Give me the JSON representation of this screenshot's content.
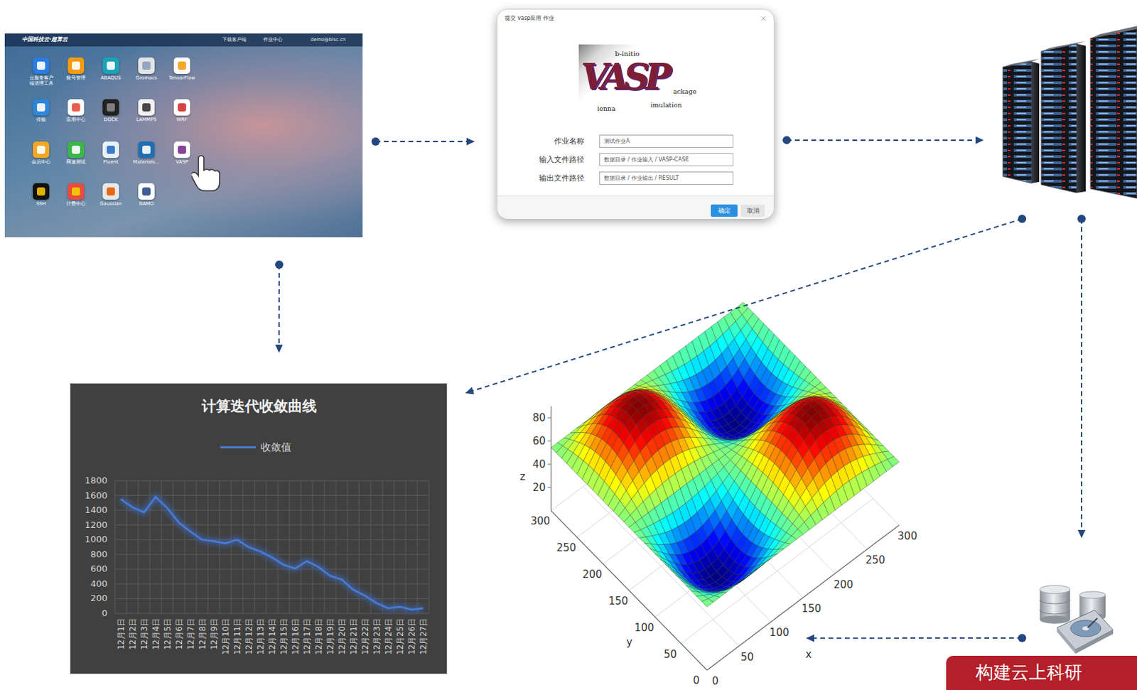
{
  "diagram": {
    "nodes": [
      {
        "text": [
          "中国科技云·超算云",
          "下载客户端",
          "作业中心",
          "demo@blsc.cn",
          "云服务客户端清理工具",
          "账号管理",
          "ABAQUS",
          "Gromacs",
          "TensorFlow",
          "传输",
          "应用中心",
          "DOCK",
          "LAMMPS",
          "WRF",
          "会员中心",
          "网速测试",
          "Fluent",
          "Materials...",
          "VASP",
          "SSH",
          "计费中心",
          "Gaussian",
          "NAMD"
        ]
      },
      {
        "text": [
          "提交 vasp应用 作业",
          "b-initio",
          "VASP",
          "ackage",
          "ienna",
          "imulation",
          "作业名称",
          "测试作业A",
          "输入文件路径",
          "数据目录 / 作业输入 / VASP-CASE",
          "输出文件路径",
          "数据目录 / 作业输出 / RESULT",
          "确定",
          "取消"
        ]
      },
      {
        "text": []
      },
      {
        "text": [
          "计算迭代收敛曲线"
        ]
      },
      {
        "text": []
      },
      {
        "text": []
      },
      {
        "text": [
          "构建云上科研"
        ]
      }
    ],
    "edges": [
      {
        "from": 0,
        "to": 1,
        "arrow": "to"
      },
      {
        "from": 1,
        "to": 2,
        "arrow": "to"
      },
      {
        "from": 0,
        "to": 3,
        "arrow": "to"
      },
      {
        "from": 2,
        "to": 3,
        "arrow": "to"
      },
      {
        "from": 2,
        "to": 5,
        "arrow": "to"
      },
      {
        "from": 5,
        "to": 4,
        "arrow": "to"
      }
    ],
    "labels": [
      "1800",
      "1600",
      "1400",
      "1200",
      "1000",
      "800",
      "600",
      "400",
      "200",
      "0",
      "12月1日",
      "12月2日",
      "12月3日",
      "12月4日",
      "12月5日",
      "12月6日",
      "12月7日",
      "12月8日",
      "12月9日",
      "12月10日",
      "12月11日",
      "12月12日",
      "12月13日",
      "12月14日",
      "12月15日",
      "12月16日",
      "12月17日",
      "12月18日",
      "12月19日",
      "12月20日",
      "12月21日",
      "12月22日",
      "12月23日",
      "12月24日",
      "12月25日",
      "12月26日",
      "12月27日",
      "80",
      "60",
      "40",
      "20",
      "z",
      "300",
      "250",
      "200",
      "150",
      "100",
      "50",
      "0",
      "y",
      "0",
      "50",
      "100",
      "150",
      "200",
      "250",
      "300",
      "x"
    ],
    "legend": [
      {
        "text": "收敛值"
      }
    ]
  }
}
